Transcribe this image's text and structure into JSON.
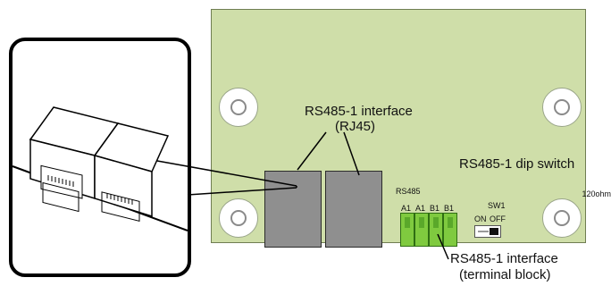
{
  "labels": {
    "rj45_line1": "RS485-1 interface",
    "rj45_line2": "(RJ45)",
    "dip": "RS485-1 dip switch",
    "rs485": "RS485",
    "sw1": "SW1",
    "on": "ON",
    "off": "OFF",
    "resistor": "120ohm",
    "terminals": [
      "A1",
      "A1",
      "B1",
      "B1"
    ],
    "term_line1": "RS485-1 interface",
    "term_line2": "(terminal block)"
  },
  "colors": {
    "board": "#cfdea9",
    "connector": "#8f8f8f",
    "terminal": "#7fca3f"
  }
}
